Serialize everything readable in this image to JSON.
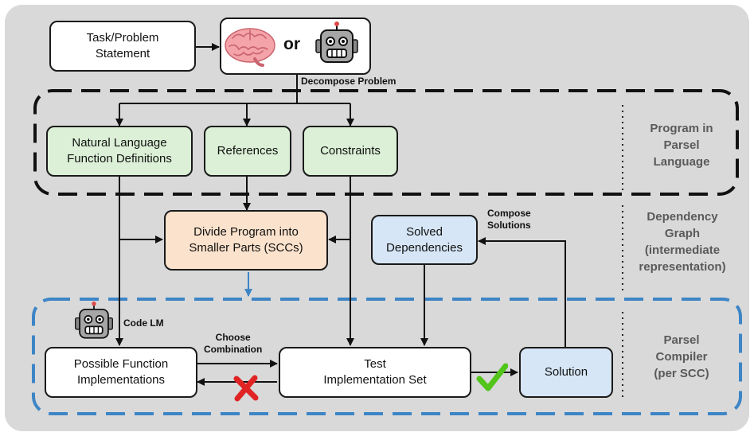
{
  "diagram": {
    "nodes": {
      "task": "Task/Problem\nStatement",
      "nl_functions": "Natural Language\nFunction Definitions",
      "references": "References",
      "constraints": "Constraints",
      "divide": "Divide Program into\nSmaller Parts (SCCs)",
      "solved": "Solved\nDependencies",
      "possible": "Possible Function\nImplementations",
      "test": "Test\nImplementation Set",
      "solution": "Solution"
    },
    "labels": {
      "or": "or",
      "decompose": "Decompose Problem",
      "compose": "Compose\nSolutions",
      "code_lm": "Code LM",
      "choose": "Choose\nCombination"
    },
    "regions": {
      "program": "Program in\nParsel\nLanguage",
      "dependency": "Dependency\nGraph\n(intermediate\nrepresentation)",
      "compiler": "Parsel\nCompiler\n(per SCC)"
    },
    "icons": [
      "brain-icon",
      "robot-icon",
      "check-icon",
      "cross-icon"
    ],
    "colors": {
      "background": "#d9d9d9",
      "green_box": "#dbf0d6",
      "peach_box": "#fbe2cc",
      "blue_box": "#d6e6f6",
      "blue_dash": "#3d85c6",
      "check": "#52c41a",
      "cross": "#e02424"
    }
  }
}
